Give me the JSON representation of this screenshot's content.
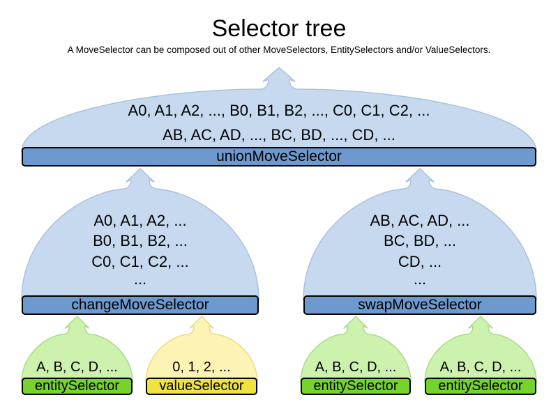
{
  "title": "Selector tree",
  "subtitle": "A MoveSelector can be composed out of other MoveSelectors, EntitySelectors and/or ValueSelectors.",
  "colors": {
    "dome_blue_fill": "#c7d9ee",
    "dome_blue_stroke": "#a9c2e0",
    "bar_blue": "#6d99cf",
    "dome_green_fill": "#cdf2ae",
    "dome_green_stroke": "#a6dd86",
    "bar_green": "#75d32c",
    "dome_yellow_fill": "#fdf3b4",
    "dome_yellow_stroke": "#eadc85",
    "bar_yellow": "#f0e33f",
    "bar_border": "#000000",
    "text": "#000000"
  },
  "funnels": {
    "union": {
      "label": "unionMoveSelector",
      "lines": [
        "A0, A1, A2, ..., B0, B1, B2, ..., C0, C1, C2, ...",
        "AB, AC, AD, ..., BC, BD, ..., CD, ..."
      ]
    },
    "change": {
      "label": "changeMoveSelector",
      "lines": [
        "A0, A1, A2, ...",
        "B0, B1, B2, ...",
        "C0, C1, C2, ...",
        "..."
      ]
    },
    "swap": {
      "label": "swapMoveSelector",
      "lines": [
        "AB, AC, AD, ...",
        "BC, BD, ...",
        "CD, ...",
        "..."
      ]
    },
    "entity1": {
      "label": "entitySelector",
      "lines": [
        "A, B, C, D, ..."
      ]
    },
    "value1": {
      "label": "valueSelector",
      "lines": [
        "0, 1, 2, ..."
      ]
    },
    "entity2": {
      "label": "entitySelector",
      "lines": [
        "A, B, C, D, ..."
      ]
    },
    "entity3": {
      "label": "entitySelector",
      "lines": [
        "A, B, C, D, ..."
      ]
    }
  }
}
